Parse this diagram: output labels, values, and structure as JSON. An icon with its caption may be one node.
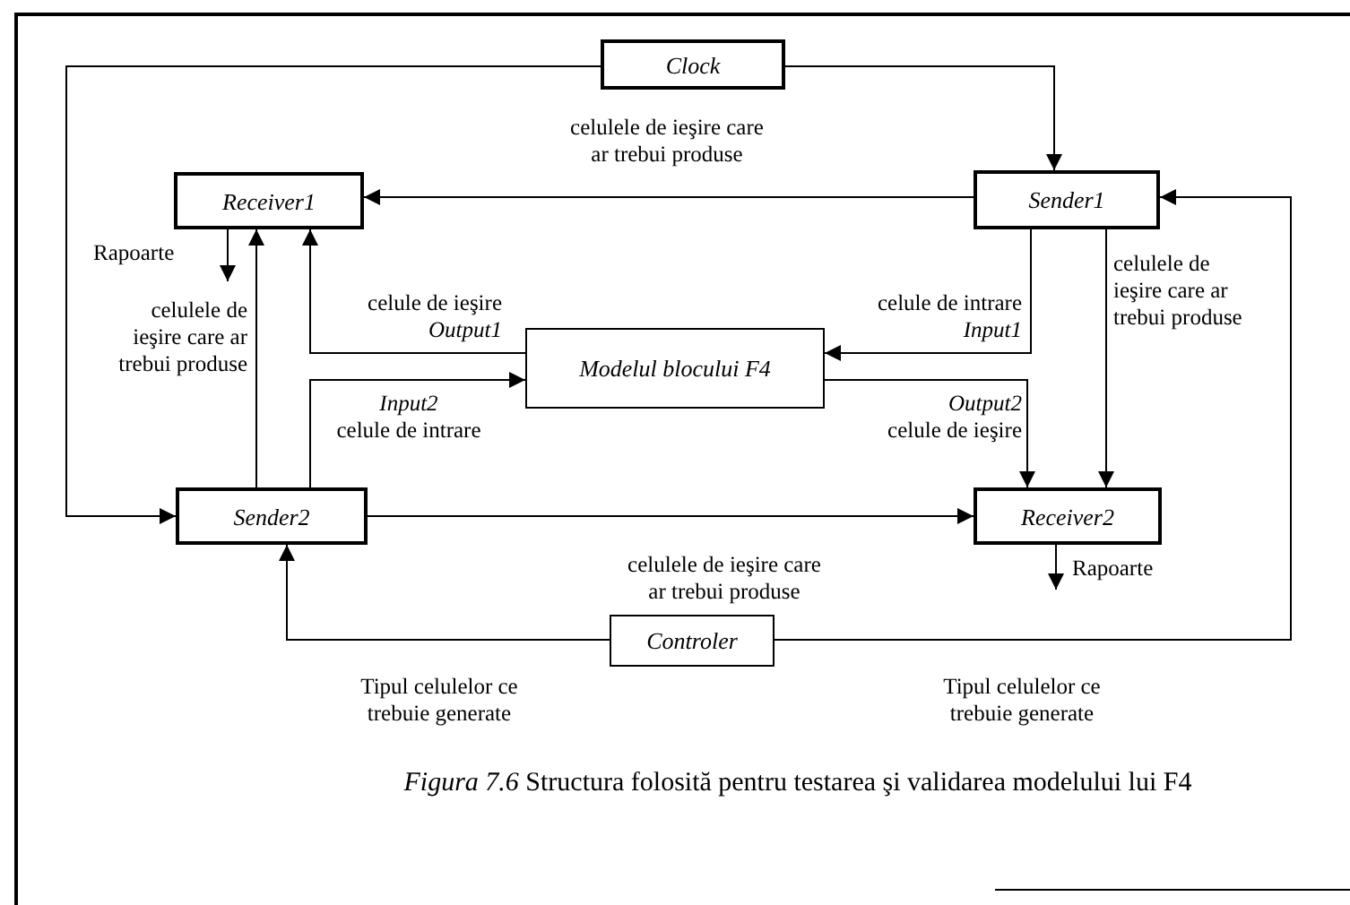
{
  "diagram": {
    "caption": "*Figura 7.6* Structura folosită pentru testarea şi validarea modelului lui F4",
    "nodes": [
      {
        "text": [
          "Clock"
        ]
      },
      {
        "text": [
          "Receiver1"
        ]
      },
      {
        "text": [
          "Sender1"
        ]
      },
      {
        "text": [
          "Modelul blocului F4"
        ]
      },
      {
        "text": [
          "Sender2"
        ]
      },
      {
        "text": [
          "Receiver2"
        ]
      },
      {
        "text": [
          "Controler"
        ]
      }
    ],
    "edges": [
      {
        "from": 0,
        "to": 2,
        "arrow": "to"
      },
      {
        "from": 0,
        "to": 4,
        "arrow": "to"
      },
      {
        "from": 2,
        "to": 1,
        "arrow": "to",
        "label": "celulele de ieşire care ar trebui produse"
      },
      {
        "from": 2,
        "to": 3,
        "arrow": "to",
        "label": "celule de intrare *Input1*"
      },
      {
        "from": 3,
        "to": 1,
        "arrow": "to",
        "label": "celule de ieşire *Output1*"
      },
      {
        "from": 4,
        "to": 3,
        "arrow": "to",
        "label": "*Input2* celule de intrare"
      },
      {
        "from": 3,
        "to": 5,
        "arrow": "to",
        "label": "*Output2* celule de ieşire"
      },
      {
        "from": 2,
        "to": 5,
        "arrow": "to",
        "label": "celulele de ieşire care ar trebui produse"
      },
      {
        "from": 4,
        "to": 1,
        "arrow": "to",
        "label": "celulele de ieşire care ar trebui produse"
      },
      {
        "from": 4,
        "to": 5,
        "arrow": "to",
        "label": "celulele de ieşire care ar trebui produse"
      },
      {
        "from": 6,
        "to": 4,
        "arrow": "to",
        "label": "Tipul celulelor ce trebuie generate"
      },
      {
        "from": 6,
        "to": 2,
        "arrow": "to",
        "label": "Tipul celulelor ce trebuie generate"
      },
      {
        "from": 1,
        "to": null,
        "arrow": "to",
        "label": "Rapoarte"
      },
      {
        "from": 5,
        "to": null,
        "arrow": "to",
        "label": "Rapoarte"
      }
    ]
  }
}
